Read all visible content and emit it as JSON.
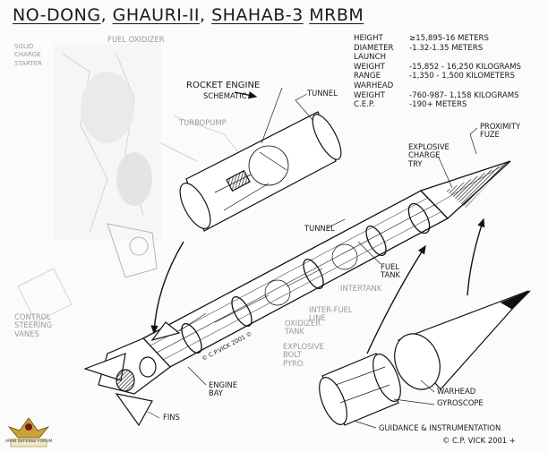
{
  "title": {
    "part1": "NO-DONG",
    "part2": "GHAURI-II",
    "part3": "SHAHAB-3",
    "part4": "MRBM"
  },
  "specs": [
    {
      "key": "HEIGHT",
      "value": "≥15,895-16 METERS"
    },
    {
      "key": "DIAMETER",
      "value": "-1.32-1.35 METERS"
    },
    {
      "key": "LAUNCH",
      "value": ""
    },
    {
      "key": "WEIGHT",
      "value": "-15,852 - 16,250 KILOGRAMS"
    },
    {
      "key": "RANGE",
      "value": "-1,350 - 1,500 KILOMETERS"
    },
    {
      "key": "WARHEAD",
      "value": ""
    },
    {
      "key": "WEIGHT",
      "value": "-760-987- 1,158 KILOGRAMS"
    },
    {
      "key": "C.E.P.",
      "value": "-190+    METERS"
    }
  ],
  "labels": {
    "rocket_engine": "ROCKET ENGINE",
    "schematic": "SCHEMATIC",
    "tunnel_top": "TUNNEL",
    "proximity_fuze": "PROXIMITY\nFUZE",
    "explosive_charge": "EXPLOSIVE\nCHARGE\nTRY",
    "fuel_tank": "FUEL\nTANK",
    "tunnel_mid": "TUNNEL",
    "engine_bay": "ENGINE\nBAY",
    "fins": "FINS",
    "warhead": "WARHEAD",
    "gyroscope": "GYROSCOPE",
    "guidance": "GUIDANCE & INSTRUMENTATION",
    "credit_main": "© C.P. VICK 2001 +",
    "credit_body": "© C.P.VICK 2001 ©",
    "faded_solid": "SOLID\nCHARGE\nSTARTER",
    "faded_fuel_oxidizer": "FUEL OXIDIZER",
    "faded_turbopump": "TURBOPUMP",
    "faded_control": "CONTROL\nSTEERING\nVANES",
    "faded_oxidizer_tank": "OXIDIZER\nTANK",
    "faded_intertank": "INTERTANK",
    "faded_explosive_bolt": "EXPLOSIVE\nBOLT\nPYRO.",
    "faded_interstage": "INTER-FUEL\nLINE",
    "logo": "ARAB DEFENSE FORUM"
  }
}
